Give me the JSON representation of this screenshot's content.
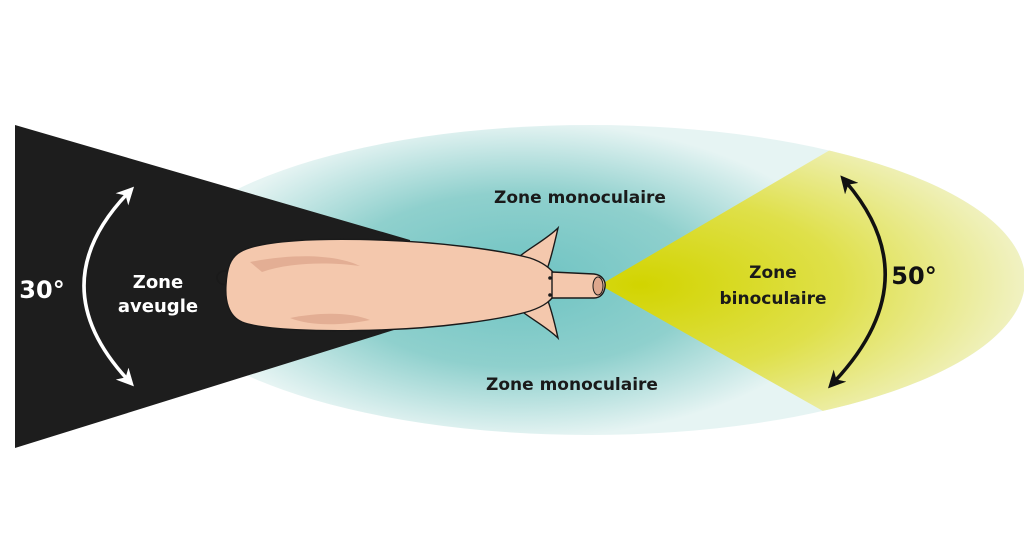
{
  "labels": {
    "blind_zone": [
      "Zone",
      "aveugle"
    ],
    "blind_angle": "30°",
    "monocular_top": "Zone monoculaire",
    "monocular_bottom": "Zone monoculaire",
    "binocular_zone": [
      "Zone",
      "binoculaire"
    ],
    "binocular_angle": "50°"
  },
  "colors": {
    "blind": "#1d1d1d",
    "monocular": "#7fc9c8",
    "binocular": "#d9dc1c",
    "pig_body": "#f4c8ad",
    "pig_shadow": "#dea78d",
    "arrow_light": "#ffffff",
    "arrow_dark": "#111111"
  }
}
